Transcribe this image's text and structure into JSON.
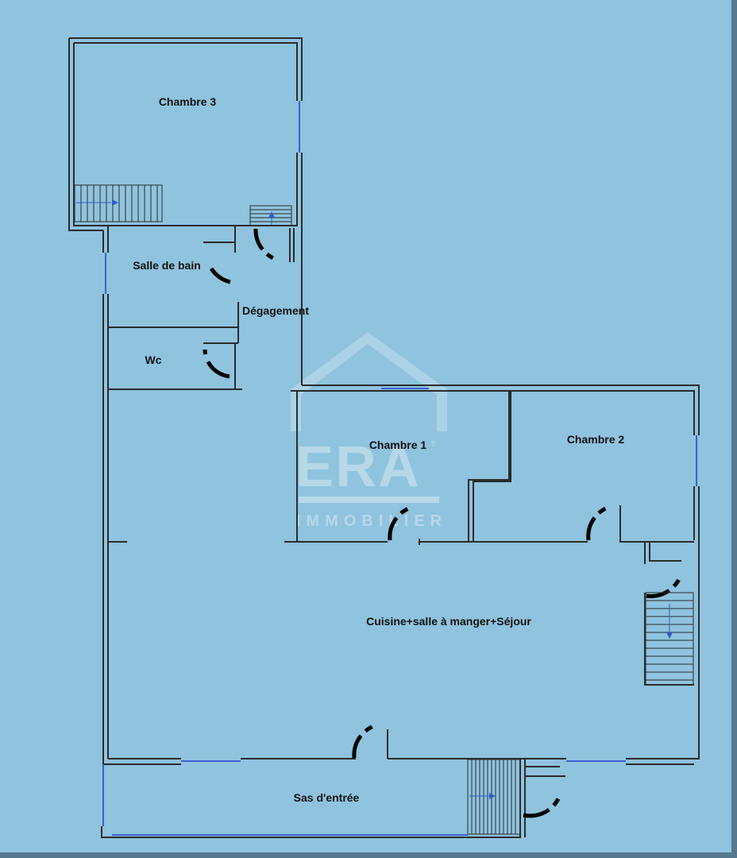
{
  "floor_plan": {
    "rooms": {
      "chambre_3": "Chambre 3",
      "salle_de_bain": "Salle de bain",
      "degagement": "Dégagement",
      "wc": "Wc",
      "chambre_1": "Chambre 1",
      "chambre_2": "Chambre 2",
      "sejour": "Cuisine+salle à manger+Séjour",
      "sas": "Sas d'entrée"
    },
    "watermark": {
      "brand": "ERA",
      "sub": "IMMOBILIER",
      "registered": "®"
    }
  },
  "colors": {
    "background": "#8fc3de",
    "wall": "#2b2b2b",
    "window": "#3f5fd0",
    "door": "#000000",
    "stairs_arrow": "#2f5fc8",
    "frame": "#55788f"
  }
}
